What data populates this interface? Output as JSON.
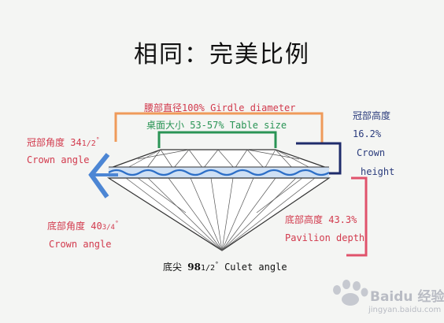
{
  "title": "相同：完美比例",
  "girdle": {
    "label": "腰部直径100% Girdle diameter"
  },
  "table": {
    "label": "桌面大小 53-57% Table size"
  },
  "crown_height": {
    "cn": "冠部高度",
    "value": "16.2%",
    "en1": "Crown",
    "en2": "height"
  },
  "crown_angle": {
    "cn": "冠部角度 34",
    "frac": "1/2",
    "deg": "°",
    "en": "Crown angle"
  },
  "pavilion_angle": {
    "cn": "底部角度 40",
    "frac": "3/4",
    "deg": "°",
    "en": "Crown angle"
  },
  "pavilion_depth": {
    "cn": "底部高度 43.3%",
    "en": "Pavilion depth"
  },
  "culet": {
    "cn": "底尖",
    "num": "98",
    "frac": "1/2",
    "deg": "°",
    "en": "Culet angle"
  },
  "watermark": {
    "brand": "Baidu 经验",
    "url": "jingyan.baidu.com"
  },
  "colors": {
    "red": "#d23a4d",
    "green": "#2a9455",
    "navy": "#1f2c6b",
    "orange": "#ef9a5a",
    "blue_arrow": "#4c86d4",
    "pink": "#e0526b"
  }
}
